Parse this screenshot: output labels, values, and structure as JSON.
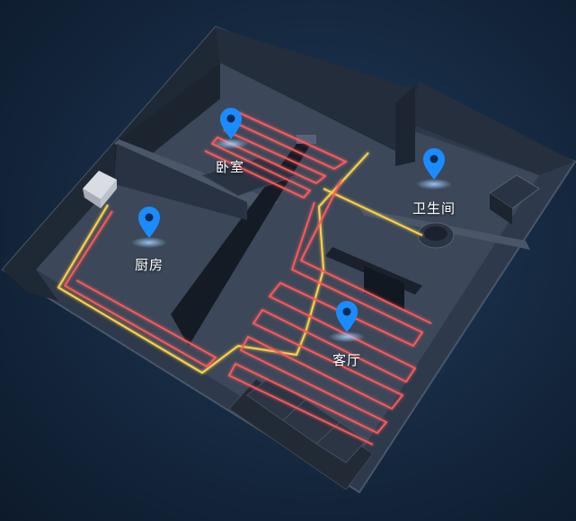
{
  "rooms": {
    "bedroom": "卧室",
    "kitchen": "厨房",
    "bathroom": "卫生间",
    "living_room": "客厅"
  },
  "colors": {
    "heating_pipe": "#ff5a5a",
    "supply_pipe": "#ffd24a",
    "marker": "#1a8cff",
    "wall": "#2a3444",
    "floor": "#3a4656"
  },
  "icons": [
    "location-pin-icon",
    "boiler-icon",
    "sofa-icon",
    "tv-cabinet-icon",
    "toilet-icon",
    "sink-icon",
    "bed-icon"
  ]
}
